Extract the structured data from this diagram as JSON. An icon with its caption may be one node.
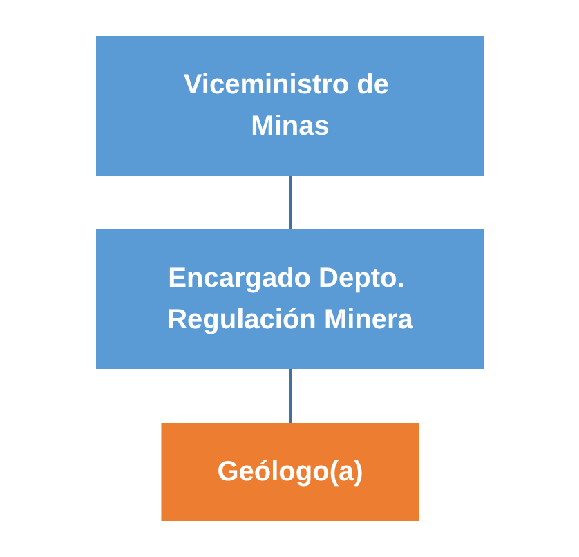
{
  "diagram": {
    "nodes": [
      {
        "text": [
          "Viceministro de Minas"
        ]
      },
      {
        "text": [
          "Encargado Depto. Regulación Minera"
        ]
      },
      {
        "text": [
          "Geólogo(a)"
        ]
      }
    ],
    "edges": [
      {
        "from": 0,
        "to": 1,
        "arrow": "none"
      },
      {
        "from": 1,
        "to": 2,
        "arrow": "none"
      }
    ]
  }
}
